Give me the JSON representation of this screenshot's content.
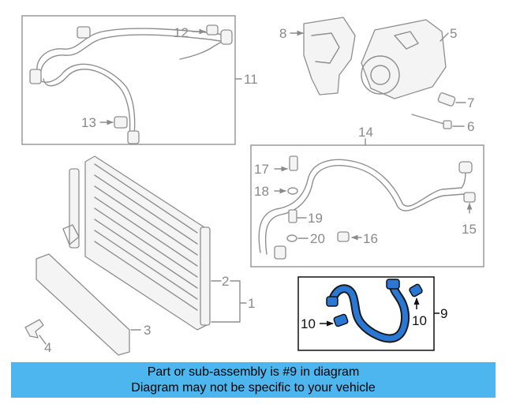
{
  "callouts": {
    "c1": "1",
    "c2": "2",
    "c3": "3",
    "c4": "4",
    "c5": "5",
    "c6": "6",
    "c7": "7",
    "c8": "8",
    "c9": "9",
    "c10a": "10",
    "c10b": "10",
    "c11": "11",
    "c12": "12",
    "c13": "13",
    "c14": "14",
    "c15": "15",
    "c16": "16",
    "c17": "17",
    "c18": "18",
    "c19": "19",
    "c20": "20"
  },
  "highlight": {
    "part_number": "9",
    "hose_color": "#2a78d6"
  },
  "banner": {
    "line1": "Part or sub-assembly is #9 in diagram",
    "line2": "Diagram may not be specific to your vehicle",
    "background": "#4db6ef"
  }
}
